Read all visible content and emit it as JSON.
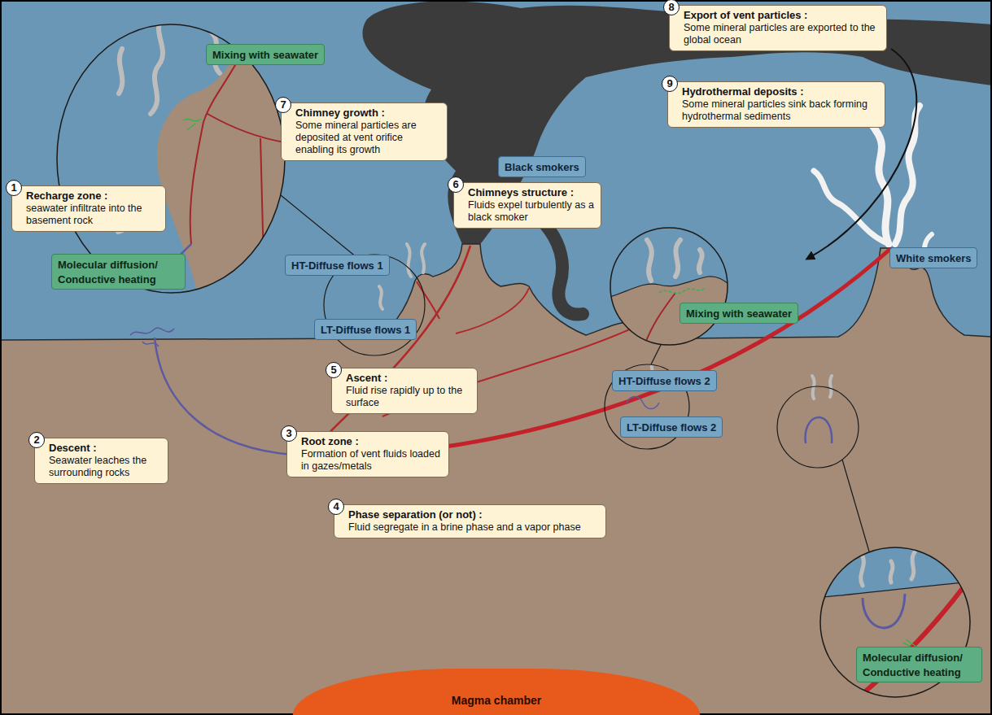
{
  "diagram": {
    "nodes": [
      {
        "text": [
          "1",
          "Recharge zone :",
          "seawater infiltrate into the basement rock"
        ]
      },
      {
        "text": [
          "2",
          "Descent :",
          "Seawater leaches the surrounding rocks"
        ]
      },
      {
        "text": [
          "3",
          "Root zone :",
          "Formation of vent fluids loaded in gazes/metals"
        ]
      },
      {
        "text": [
          "4",
          "Phase separation (or not) :",
          "Fluid segregate in a brine phase and a vapor phase"
        ]
      },
      {
        "text": [
          "5",
          "Ascent :",
          "Fluid rise rapidly up to the surface"
        ]
      },
      {
        "text": [
          "6",
          "Chimneys structure :",
          "Fluids expel turbulently as a black smoker"
        ]
      },
      {
        "text": [
          "7",
          "Chimney growth :",
          "Some mineral particles are deposited at vent orifice enabling its growth"
        ]
      },
      {
        "text": [
          "8",
          "Export of vent particles :",
          "Some mineral particles are exported to the global ocean"
        ]
      },
      {
        "text": [
          "9",
          "Hydrothermal deposits :",
          "Some mineral particles sink back forming hydrothermal sediments"
        ]
      },
      {
        "text": [
          "Black smokers"
        ]
      },
      {
        "text": [
          "White smokers"
        ]
      },
      {
        "text": [
          "HT-Diffuse flows 1"
        ]
      },
      {
        "text": [
          "LT-Diffuse flows 1"
        ]
      },
      {
        "text": [
          "HT-Diffuse flows 2"
        ]
      },
      {
        "text": [
          "LT-Diffuse flows 2"
        ]
      },
      {
        "text": [
          "Mixing with seawater"
        ]
      },
      {
        "text": [
          "Molecular diffusion/ Conductive heating"
        ]
      },
      {
        "text": [
          "Mixing with seawater"
        ]
      },
      {
        "text": [
          "Molecular diffusion/ Conductive heating"
        ]
      },
      {
        "text": [
          "Magma chamber"
        ]
      }
    ]
  }
}
